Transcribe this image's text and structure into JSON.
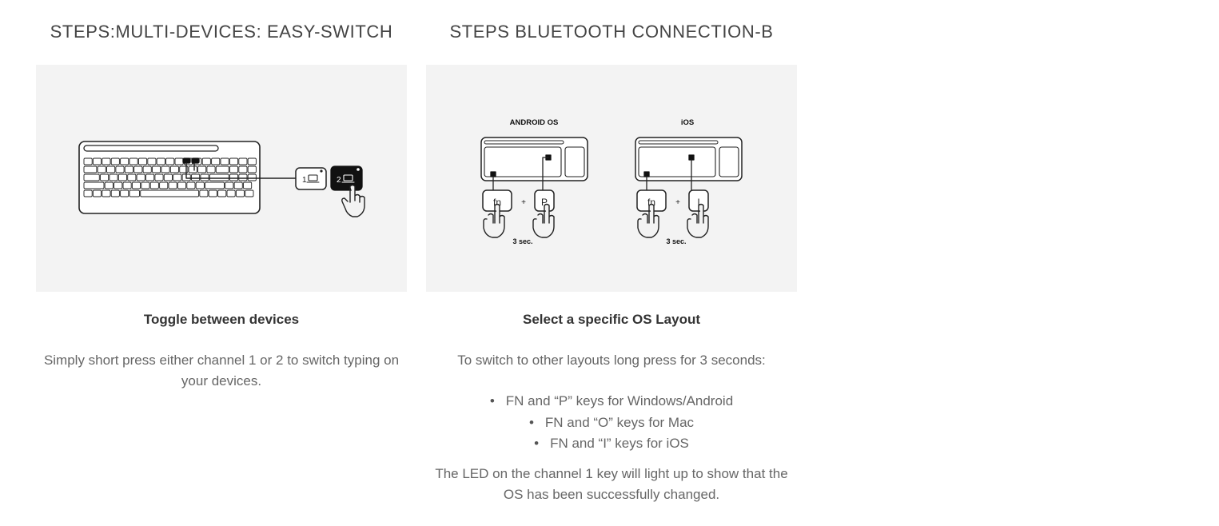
{
  "easy_switch": {
    "heading": "STEPS:MULTI-DEVICES: EASY-SWITCH",
    "title": "Toggle between devices",
    "description": "Simply short press either channel 1 or 2 to switch typing on your devices.",
    "illustration": {
      "channel_1_label": "1",
      "channel_2_label": "2",
      "icons": [
        "keyboard-icon",
        "channel-1-key-icon",
        "channel-2-key-icon",
        "pointing-hand-icon"
      ]
    }
  },
  "bluetooth": {
    "heading": "STEPS BLUETOOTH CONNECTION-B",
    "title": "Select a specific OS Layout",
    "intro": "To switch to other layouts long press for 3 seconds:",
    "bullets": [
      "FN and “P” keys for Windows/Android",
      "FN and “O” keys for Mac",
      "FN and “I” keys for iOS"
    ],
    "bullet_glyph": "•",
    "outro": "The LED on the channel 1 key will light up to show that the OS has been successfully changed.",
    "illustration": {
      "android": {
        "label": "ANDROID OS",
        "fn_key": "fn",
        "plus": "+",
        "key": "P",
        "duration": "3 sec."
      },
      "ios": {
        "label": "iOS",
        "fn_key": "fn",
        "plus": "+",
        "key": "I",
        "duration": "3 sec."
      },
      "icons": [
        "keyboard-icon",
        "pointing-hand-icon"
      ]
    }
  }
}
